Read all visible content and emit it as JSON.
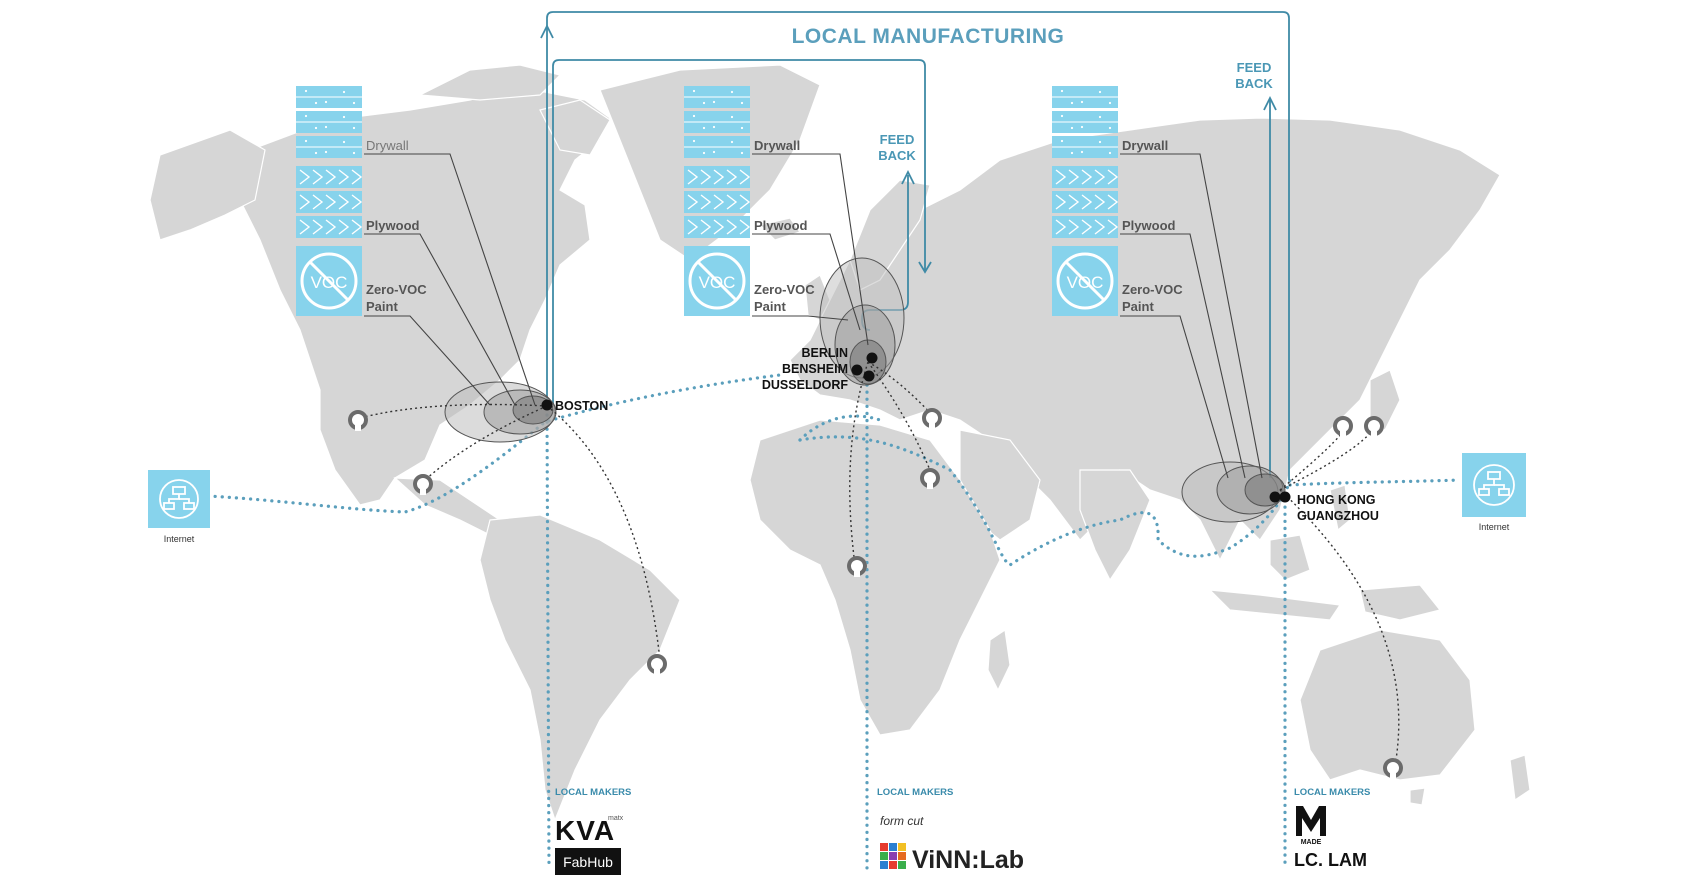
{
  "title": "LOCAL MANUFACTURING",
  "feedback_label": [
    "FEED",
    "BACK"
  ],
  "materials": [
    "Drywall",
    "Plywood",
    "Zero-VOC",
    "Paint"
  ],
  "voc_icon_text": "VOC",
  "cities": {
    "boston": "BOSTON",
    "berlin": "BERLIN",
    "bensheim": "BENSHEIM",
    "dusseldorf": "DUSSELDORF",
    "hong_kong": "HONG KONG",
    "guangzhou": "GUANGZHOU"
  },
  "internet_label": "Internet",
  "local_makers_label": "LOCAL MAKERS",
  "makers": {
    "americas": [
      "KVA",
      "FabHub"
    ],
    "europe": [
      "form cut",
      "ViNN:Lab"
    ],
    "asia": [
      "MADE",
      "LC. LAM"
    ]
  },
  "kva_superscript": "matx",
  "colors": {
    "land": "#d6d6d6",
    "accent_blue": "#5b9fbc",
    "material_blue": "#87d3ec",
    "dark": "#111111"
  }
}
